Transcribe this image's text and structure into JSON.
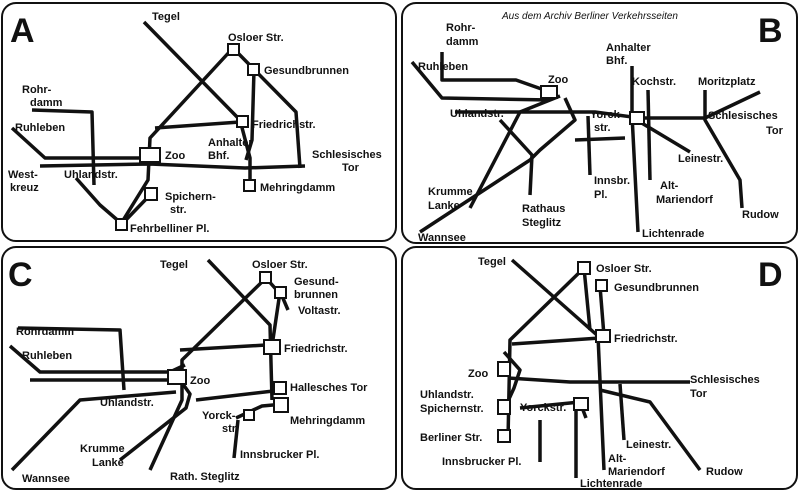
{
  "credit": "Aus dem Archiv Berliner Verkehrsseiten",
  "panels": [
    {
      "letter": "A",
      "labels": [
        {
          "t": "Tegel"
        },
        {
          "t": "Osloer Str."
        },
        {
          "t": "Gesundbrunnen"
        },
        {
          "t": "Rohr-"
        },
        {
          "t": "damm"
        },
        {
          "t": "Ruhleben"
        },
        {
          "t": "Friedrichstr."
        },
        {
          "t": "Anhalter"
        },
        {
          "t": "Bhf."
        },
        {
          "t": "Zoo"
        },
        {
          "t": "Schlesisches"
        },
        {
          "t": "Tor"
        },
        {
          "t": "West-"
        },
        {
          "t": "kreuz"
        },
        {
          "t": "Uhlandstr."
        },
        {
          "t": "Mehringdamm"
        },
        {
          "t": "Spichern-"
        },
        {
          "t": "str."
        },
        {
          "t": "Fehrbelliner Pl."
        }
      ]
    },
    {
      "letter": "B",
      "labels": [
        {
          "t": "Rohr-"
        },
        {
          "t": "damm"
        },
        {
          "t": "Anhalter"
        },
        {
          "t": "Bhf."
        },
        {
          "t": "Ruhleben"
        },
        {
          "t": "Zoo"
        },
        {
          "t": "Kochstr."
        },
        {
          "t": "Moritzplatz"
        },
        {
          "t": "Uhlandstr."
        },
        {
          "t": "Yorck-"
        },
        {
          "t": "str."
        },
        {
          "t": "Schlesisches"
        },
        {
          "t": "Tor"
        },
        {
          "t": "Leinestr."
        },
        {
          "t": "Krumme"
        },
        {
          "t": "Lanke"
        },
        {
          "t": "Innsbr."
        },
        {
          "t": "Pl."
        },
        {
          "t": "Alt-"
        },
        {
          "t": "Mariendorf"
        },
        {
          "t": "Rathaus"
        },
        {
          "t": "Steglitz"
        },
        {
          "t": "Rudow"
        },
        {
          "t": "Wannsee"
        },
        {
          "t": "Lichtenrade"
        }
      ]
    },
    {
      "letter": "C",
      "labels": [
        {
          "t": "Tegel"
        },
        {
          "t": "Osloer Str."
        },
        {
          "t": "Gesund-"
        },
        {
          "t": "brunnen"
        },
        {
          "t": "Voltastr."
        },
        {
          "t": "Rohrdamm"
        },
        {
          "t": "Friedrichstr."
        },
        {
          "t": "Ruhleben"
        },
        {
          "t": "Zoo"
        },
        {
          "t": "Hallesches Tor"
        },
        {
          "t": "Uhlandstr."
        },
        {
          "t": "Yorck-"
        },
        {
          "t": "str."
        },
        {
          "t": "Mehringdamm"
        },
        {
          "t": "Innsbrucker Pl."
        },
        {
          "t": "Krumme"
        },
        {
          "t": "Lanke"
        },
        {
          "t": "Wannsee"
        },
        {
          "t": "Rath. Steglitz"
        }
      ]
    },
    {
      "letter": "D",
      "labels": [
        {
          "t": "Tegel"
        },
        {
          "t": "Osloer Str."
        },
        {
          "t": "Gesundbrunnen"
        },
        {
          "t": "Friedrichstr."
        },
        {
          "t": "Zoo"
        },
        {
          "t": "Schlesisches"
        },
        {
          "t": "Tor"
        },
        {
          "t": "Uhlandstr."
        },
        {
          "t": "Spichernstr."
        },
        {
          "t": "Yorckstr."
        },
        {
          "t": "Berliner Str."
        },
        {
          "t": "Leinestr."
        },
        {
          "t": "Innsbrucker Pl."
        },
        {
          "t": "Alt-"
        },
        {
          "t": "Mariendorf"
        },
        {
          "t": "Rudow"
        },
        {
          "t": "Lichtenrade"
        }
      ]
    }
  ]
}
